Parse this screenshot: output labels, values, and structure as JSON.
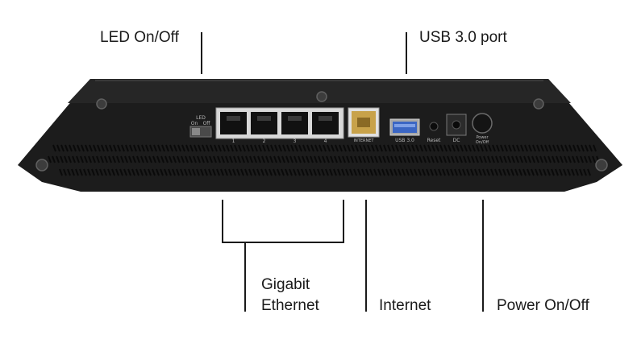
{
  "callouts": {
    "led": "LED On/Off",
    "usb": "USB 3.0 port",
    "gigabit_line1": "Gigabit",
    "gigabit_line2": "Ethernet",
    "internet": "Internet",
    "power": "Power On/Off"
  },
  "device_labels": {
    "led_title": "LED",
    "led_on": "On",
    "led_off": "Off",
    "lan_ports": [
      "1",
      "2",
      "3",
      "4"
    ],
    "internet_port": "INTERNET",
    "usb_port": "USB 3.0",
    "reset": "Reset",
    "dc": "DC",
    "power_line1": "Power",
    "power_line2": "On/Off"
  },
  "colors": {
    "chassis": "#1c1c1c",
    "chassis_top": "#2b2b2b",
    "port_panel": "#d8d8d8",
    "internet_port": "#c8a24a",
    "usb_port": "#3b66c4",
    "text": "#1a1a1a"
  }
}
